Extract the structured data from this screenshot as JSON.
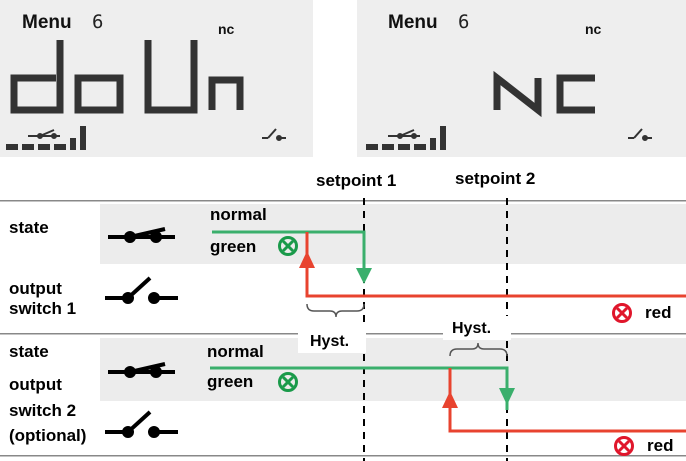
{
  "lcd_left": {
    "menu_label": "Menu",
    "menu_number": "6",
    "mode_badge": "nc",
    "main_text": "doUn"
  },
  "lcd_right": {
    "menu_label": "Menu",
    "menu_number": "6",
    "mode_badge": "nc",
    "main_text": "NC"
  },
  "setpoints": {
    "sp1": "setpoint 1",
    "sp2": "setpoint 2"
  },
  "hyst_label": "Hyst.",
  "rows": {
    "state_label": "state",
    "output_label_1a": "output",
    "output_label_1b": "switch 1",
    "output_label_2a": "output",
    "output_label_2b": "switch 2",
    "output_label_2c": "(optional)"
  },
  "signals": {
    "normal": "normal",
    "green": "green",
    "red": "red"
  },
  "colors": {
    "green": "#3aaf6c",
    "red": "#e8432f",
    "shade": "#ececec",
    "lcd_bg": "#eeeeee",
    "lcd_segment": "#333333",
    "x_icon_green": "#1a9a4a",
    "x_icon_red": "#e0162b"
  }
}
